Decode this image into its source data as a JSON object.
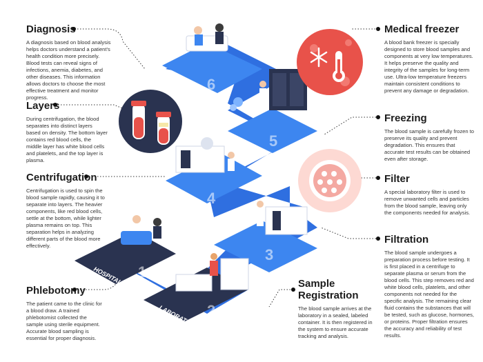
{
  "steps": [
    {
      "title": "Diagnosis",
      "text": "A diagnosis based on blood analysis helps doctors understand a patient's health condition more precisely. Blood tests can reveal signs of infections, anemia, diabetes, and other diseases. This information allows doctors to choose the most effective treatment and monitor progress."
    },
    {
      "title": "Layers",
      "text": "During centrifugation, the blood separates into distinct layers based on density. The bottom layer contains red blood cells, the middle layer has white blood cells and platelets, and the top layer is plasma."
    },
    {
      "title": "Centrifugation",
      "text": "Centrifugation is used to spin the blood sample rapidly, causing it to separate into layers. The heavier components, like red blood cells, settle at the bottom, while lighter plasma remains on top. This separation helps in analyzing different parts of the blood more effectively."
    },
    {
      "title": "Phlebotomy",
      "text": "The patient came to the clinic for a blood draw. A trained phlebotomist collected the sample using sterile equipment. Accurate blood sampling is essential for proper diagnosis."
    },
    {
      "title": "Medical freezer",
      "text": "A blood bank freezer is specially designed to store blood samples and components at very low temperatures. It helps preserve the quality and integrity of the samples for long-term use. Ultra-low temperature freezers maintain consistent conditions to prevent any damage or degradation."
    },
    {
      "title": "Freezing",
      "text": "The blood sample is carefully frozen to preserve its quality and prevent degradation. This ensures that accurate test results can be obtained even after storage."
    },
    {
      "title": "Filter",
      "text": "A special laboratory filter is used to remove unwanted cells and particles from the blood sample, leaving only the components needed for analysis."
    },
    {
      "title": "Filtration",
      "text": "The blood sample undergoes a preparation process before testing. It is first placed in a centrifuge to separate plasma or serum from the blood cells. This step removes red and white blood cells, platelets, and other components not needed for the specific analysis. The remaining clear fluid contains the substances that will be tested, such as glucose, hormones, or proteins. Proper filtration ensures the accuracy and reliability of test results."
    },
    {
      "title": "Sample Registration",
      "text": "The blood sample arrives at the laboratory in a sealed, labeled container. It is then registered in the system to ensure accurate tracking and analysis."
    }
  ],
  "platforms": {
    "numbers": [
      "1",
      "2",
      "3",
      "4",
      "5",
      "6"
    ],
    "hospital_label": "HOSPITAL",
    "laboratory_label": "LABORATORY"
  },
  "colors": {
    "path_blue": "#2f6fe0",
    "tile_blue": "#3d86f0",
    "tile_dark": "#2a3350",
    "accent_red": "#e8524a",
    "circle_pink": "#fdd9d3"
  },
  "icons": [
    "snowflake-icon",
    "thermometer-icon",
    "filter-icon",
    "test-tubes-icon"
  ]
}
